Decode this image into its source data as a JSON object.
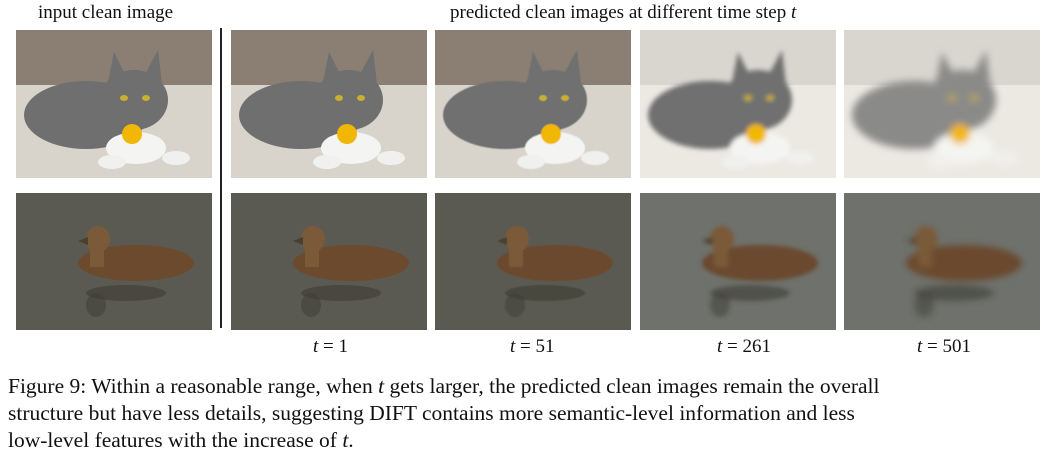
{
  "headers": {
    "input": "input clean image",
    "predicted_prefix": "predicted clean images at different time step ",
    "predicted_var": "t"
  },
  "columns": [
    {
      "var": "t",
      "eq": " = 1"
    },
    {
      "var": "t",
      "eq": " = 51"
    },
    {
      "var": "t",
      "eq": " = 261"
    },
    {
      "var": "t",
      "eq": " = 501"
    }
  ],
  "rows": [
    "cat",
    "duck"
  ],
  "caption": {
    "line1_a": "Figure 9: Within a reasonable range, when ",
    "line1_var": "t",
    "line1_b": " gets larger, the predicted clean images remain the overall",
    "line2": "structure but have less details, suggesting DIFT contains more semantic-level information and less",
    "line3_a": "low-level features with the increase of ",
    "line3_var": "t",
    "line3_b": "."
  },
  "colors": {
    "cat_fur": "#6f6f6f",
    "tag": "#f2b705",
    "water": "#5b5a52",
    "duck": "#6b4a2e"
  }
}
